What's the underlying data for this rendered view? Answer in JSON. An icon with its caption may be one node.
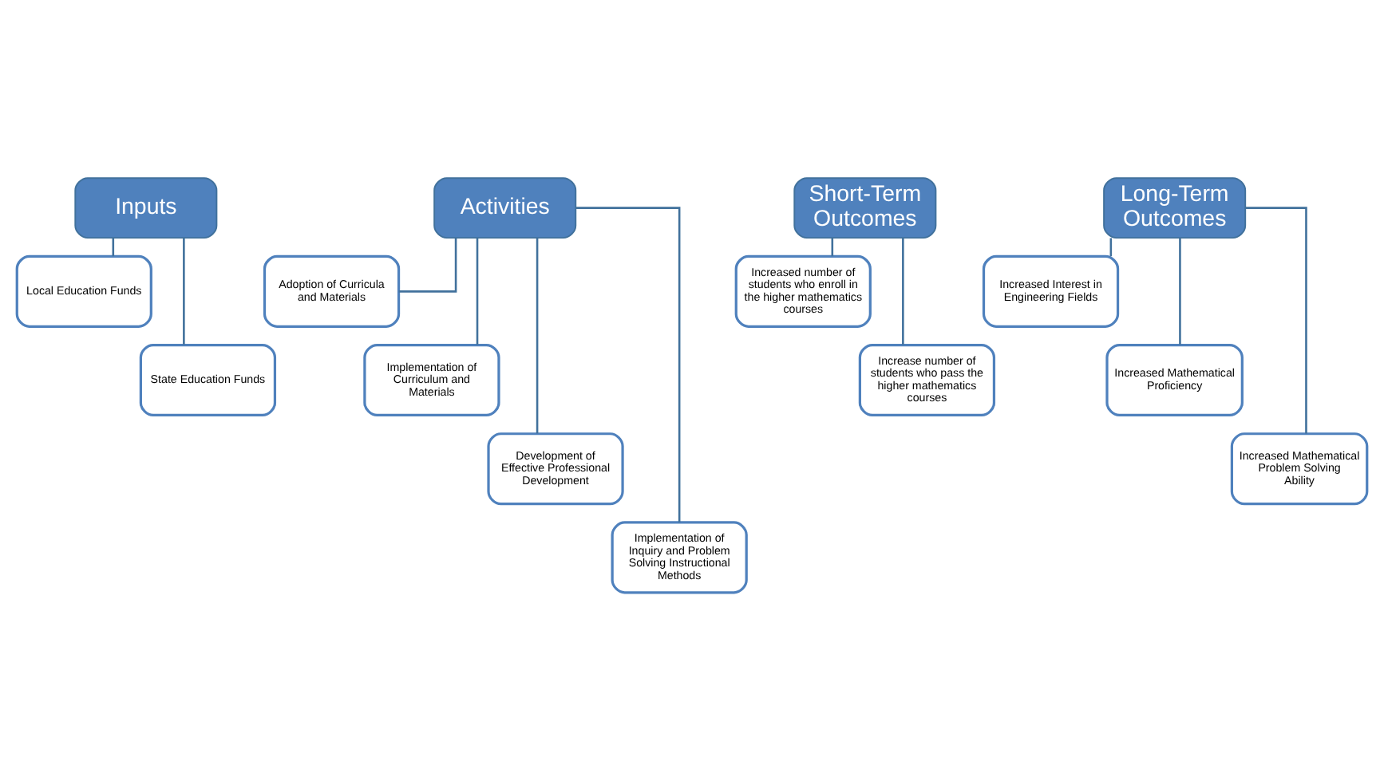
{
  "diagram": {
    "nodes": [
      {
        "text": [
          "Inputs"
        ]
      },
      {
        "text": [
          "Local Education Funds"
        ]
      },
      {
        "text": [
          "State Education Funds"
        ]
      },
      {
        "text": [
          "Activities"
        ]
      },
      {
        "text": [
          "Adoption of Curricula and Materials"
        ]
      },
      {
        "text": [
          "Implementation of Curriculum and Materials"
        ]
      },
      {
        "text": [
          "Development of Effective Professional Development"
        ]
      },
      {
        "text": [
          "Implementation of Inquiry and Problem Solving Instructional Methods"
        ]
      },
      {
        "text": [
          "Short-Term Outcomes"
        ]
      },
      {
        "text": [
          "Increased number of students who enroll in the higher mathematics courses"
        ]
      },
      {
        "text": [
          "Increase number of students who pass the higher mathematics courses"
        ]
      },
      {
        "text": [
          "Long-Term Outcomes"
        ]
      },
      {
        "text": [
          "Increased Interest in Engineering Fields"
        ]
      },
      {
        "text": [
          "Increased Mathematical Proficiency"
        ]
      },
      {
        "text": [
          "Increased Mathematical Problem Solving Ability"
        ]
      }
    ],
    "edges": [
      {
        "from": 0,
        "to": 1,
        "arrow": "none"
      },
      {
        "from": 0,
        "to": 2,
        "arrow": "none"
      },
      {
        "from": 3,
        "to": 4,
        "arrow": "none"
      },
      {
        "from": 3,
        "to": 5,
        "arrow": "none"
      },
      {
        "from": 3,
        "to": 6,
        "arrow": "none"
      },
      {
        "from": 3,
        "to": 7,
        "arrow": "none"
      },
      {
        "from": 8,
        "to": 9,
        "arrow": "none"
      },
      {
        "from": 8,
        "to": 10,
        "arrow": "none"
      },
      {
        "from": 11,
        "to": 12,
        "arrow": "none"
      },
      {
        "from": 11,
        "to": 13,
        "arrow": "none"
      },
      {
        "from": 11,
        "to": 14,
        "arrow": "none"
      }
    ]
  }
}
